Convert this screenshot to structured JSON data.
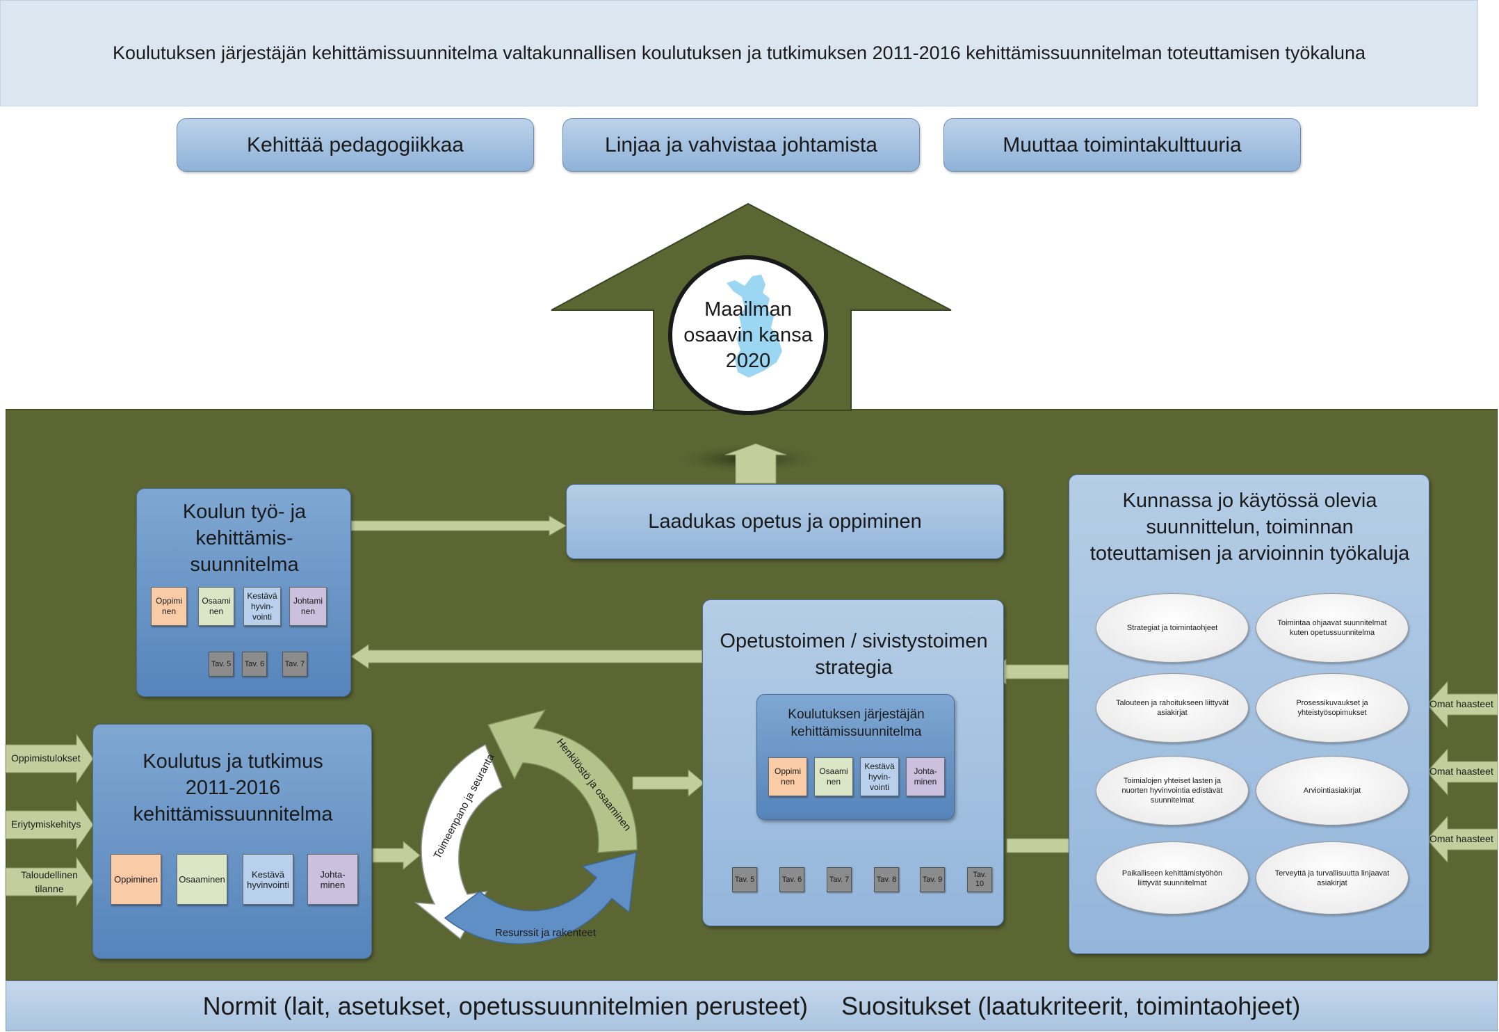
{
  "title_banner": "Koulutuksen järjestäjän kehittämissuunnitelma valtakunnallisen koulutuksen ja tutkimuksen 2011-2016 kehittämissuunnitelman toteuttamisen työkaluna",
  "top_goals": [
    "Kehittää pedagogiikkaa",
    "Linjaa ja vahvistaa johtamista",
    "Muuttaa toimintakulttuuria"
  ],
  "vision": {
    "line1": "Maailman",
    "line2": "osaavin kansa",
    "line3": "2020"
  },
  "quality": "Laadukas opetus ja oppiminen",
  "school_plan": {
    "title_lines": [
      "Koulun työ- ja",
      "kehittämis-",
      "suunnitelma"
    ],
    "themes": [
      "Oppimi nen",
      "Osaami nen",
      "Kestävä hyvin- vointi",
      "Johtami nen"
    ],
    "tav": [
      "Tav. 5",
      "Tav. 6",
      "Tav. 7"
    ]
  },
  "national_plan": {
    "title_lines": [
      "Koulutus ja tutkimus",
      "2011-2016",
      "kehittämissuunnitelma"
    ],
    "themes": [
      "Oppiminen",
      "Osaaminen",
      "Kestävä hyvinvointi",
      "Johta- minen"
    ]
  },
  "inputs": [
    "Oppimistulokset",
    "Eriytymiskehitys",
    "Taloudellinen tilanne"
  ],
  "cycle": {
    "seg1": "Toimeenpano ja seuranta",
    "seg2": "Henkilöstö ja osaaminen",
    "seg3": "Resurssit ja rakenteet"
  },
  "strategy": {
    "title_lines": [
      "Opetustoimen / sivistystoimen",
      "strategia"
    ],
    "inner_title_lines": [
      "Koulutuksen järjestäjän",
      "kehittämissuunnitelma"
    ],
    "themes": [
      "Oppimi nen",
      "Osaami nen",
      "Kestävä hyvin- vointi",
      "Johta- minen"
    ],
    "tav": [
      "Tav. 5",
      "Tav. 6",
      "Tav. 7",
      "Tav. 8",
      "Tav. 9",
      "Tav. 10"
    ]
  },
  "municipal_tools": {
    "title_lines": [
      "Kunnassa jo käytössä olevia",
      "suunnittelun, toiminnan",
      "toteuttamisen ja arvioinnin työkaluja"
    ],
    "items": [
      "Strategiat ja toimintaohjeet",
      "Toimintaa ohjaavat suunnitelmat kuten opetussuunnitelma",
      "Talouteen ja rahoitukseen liittyvät asiakirjat",
      "Prosessikuvaukset ja yhteistyösopimukset",
      "Toimialojen yhteiset lasten ja nuorten hyvinvointia edistävät suunnitelmat",
      "Arviointiasiakirjat",
      "Paikalliseen kehittämistyöhön liittyvät suunnitelmat",
      "Terveyttä ja turvallisuutta linjaavat asiakirjat"
    ]
  },
  "challenges": [
    "Omat haasteet",
    "Omat haasteet",
    "Omat haasteet"
  ],
  "bottom": {
    "norms": "Normit (lait, asetukset, opetussuunnitelmien perusteet)",
    "recommendations": "Suositukset (laatukriteerit, toimintaohjeet)"
  },
  "colors": {
    "board": "#5b6633",
    "arrow_light": "#c2cf9c",
    "map_blue": "#9bd6f3",
    "panel_blue": "#5684ba"
  }
}
